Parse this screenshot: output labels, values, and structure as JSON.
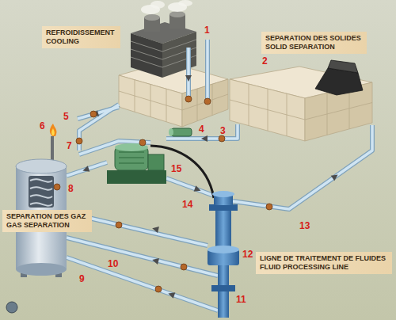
{
  "diagram": {
    "nodes": [
      {
        "text": [
          "REFROIDISSEMENT",
          "COOLING"
        ]
      },
      {
        "text": [
          "SEPARATION DES SOLIDES",
          "SOLID SEPARATION"
        ]
      },
      {
        "text": [
          "SEPARATION DES GAZ",
          "GAS SEPARATION"
        ]
      },
      {
        "text": [
          "LIGNE DE TRAITEMENT DE FLUIDES",
          "FLUID PROCESSING LINE"
        ]
      }
    ],
    "labels": [
      "1",
      "2",
      "3",
      "4",
      "5",
      "6",
      "7",
      "8",
      "9",
      "10",
      "11",
      "12",
      "13",
      "14",
      "15"
    ]
  }
}
